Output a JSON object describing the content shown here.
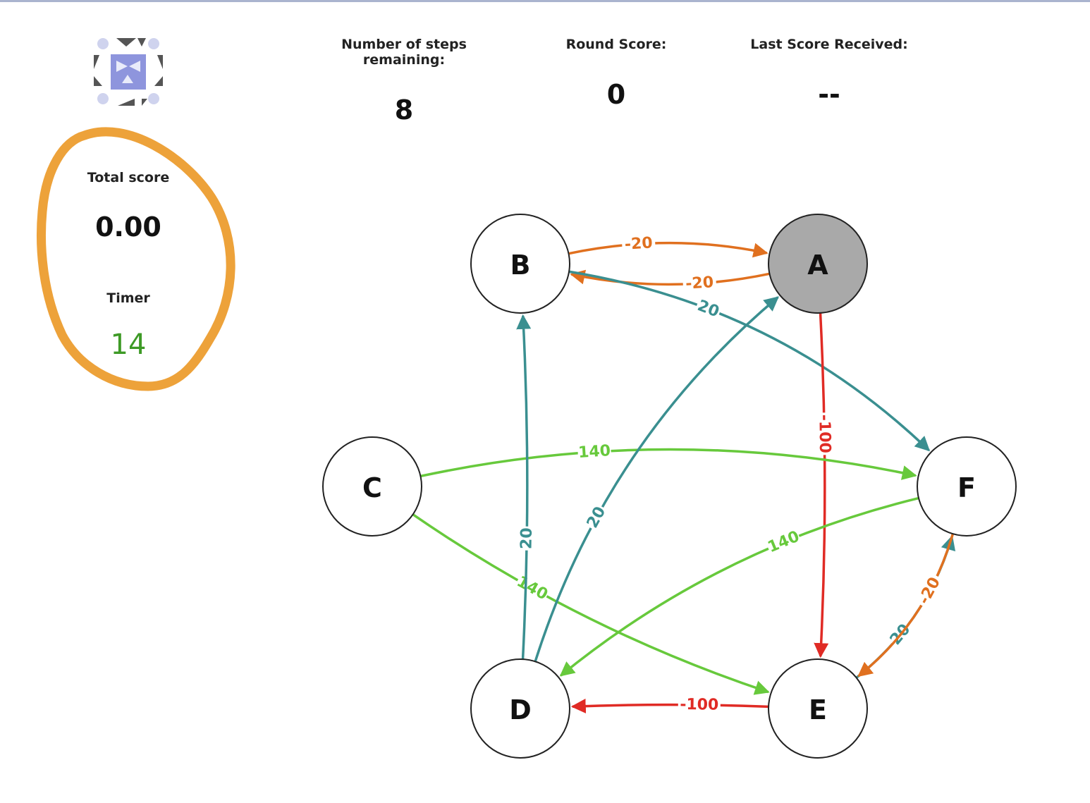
{
  "header": {
    "steps_label": "Number of steps remaining:",
    "steps_value": "8",
    "round_label": "Round Score:",
    "round_value": "0",
    "last_label": "Last Score Received:",
    "last_value": "--"
  },
  "sidebar": {
    "total_label": "Total score",
    "total_value": "0.00",
    "timer_label": "Timer",
    "timer_value": "14"
  },
  "colors": {
    "accent_logo": "#8e95dd",
    "annotation": "#eda23a",
    "timer": "#3e9a26",
    "active_node": "#a9a9a9",
    "edge_orange": "#e0701f",
    "edge_teal": "#3a8f90",
    "edge_green": "#67c93c",
    "edge_red": "#e02b25"
  },
  "graph": {
    "active_node": "A",
    "nodes": [
      "A",
      "B",
      "C",
      "D",
      "E",
      "F"
    ],
    "edges": [
      {
        "from": "B",
        "to": "A",
        "label": "-20",
        "color": "orange"
      },
      {
        "from": "A",
        "to": "B",
        "label": "-20",
        "color": "orange"
      },
      {
        "from": "B",
        "to": "F",
        "label": "20",
        "color": "teal"
      },
      {
        "from": "A",
        "to": "E",
        "label": "-100",
        "color": "red"
      },
      {
        "from": "C",
        "to": "F",
        "label": "140",
        "color": "green"
      },
      {
        "from": "C",
        "to": "E",
        "label": "140",
        "color": "green"
      },
      {
        "from": "D",
        "to": "B",
        "label": "20",
        "color": "teal"
      },
      {
        "from": "D",
        "to": "A",
        "label": "20",
        "color": "teal"
      },
      {
        "from": "F",
        "to": "D",
        "label": "140",
        "color": "green"
      },
      {
        "from": "E",
        "to": "F",
        "label": "20",
        "color": "teal"
      },
      {
        "from": "F",
        "to": "E",
        "label": "-20",
        "color": "orange"
      },
      {
        "from": "E",
        "to": "D",
        "label": "-100",
        "color": "red"
      }
    ]
  }
}
